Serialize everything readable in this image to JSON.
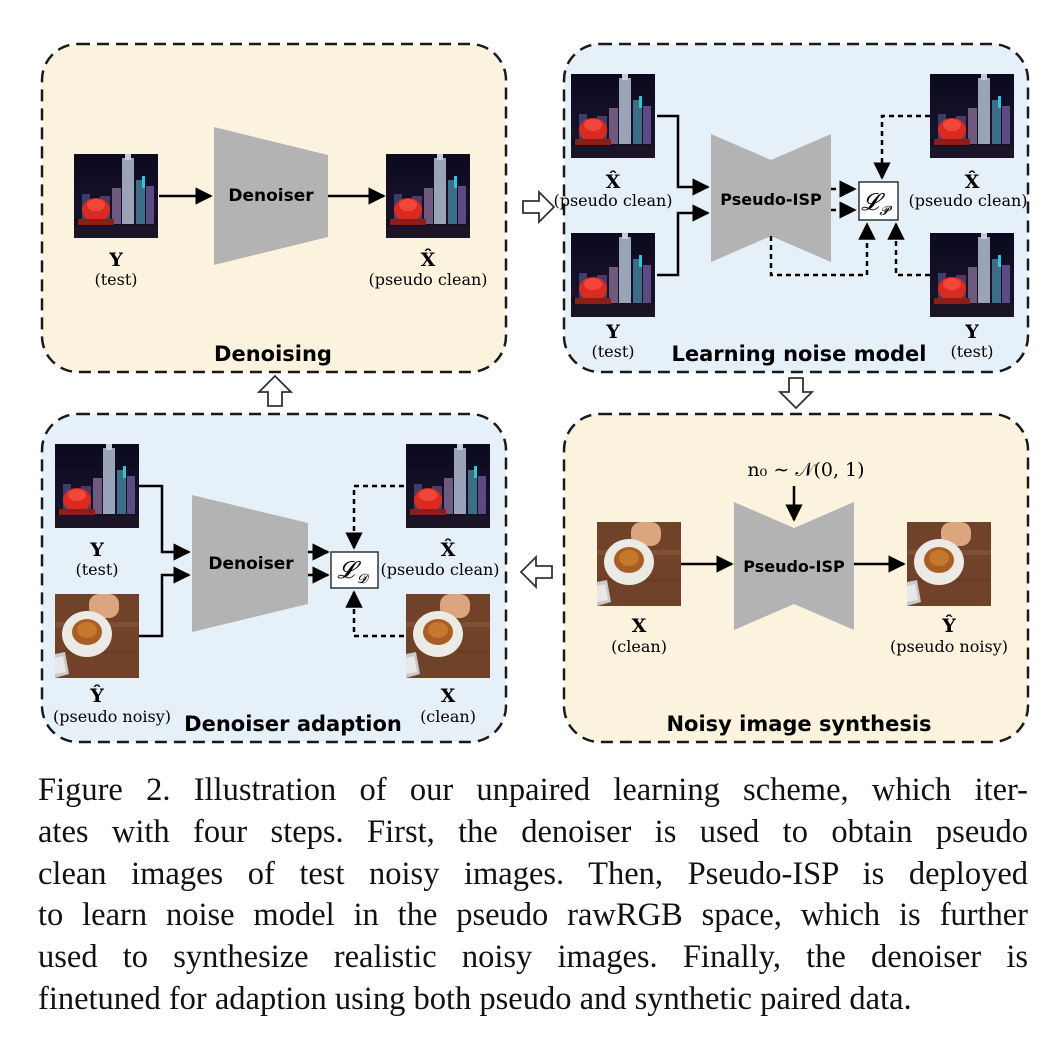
{
  "panels": {
    "denoising": {
      "title": "Denoising",
      "network": "Denoiser"
    },
    "learning": {
      "title": "Learning noise model",
      "network": "Pseudo-ISP",
      "loss": "𝓛",
      "loss_sub": "𝓟"
    },
    "synthesis": {
      "title": "Noisy image synthesis",
      "network": "Pseudo-ISP",
      "noise_label": "n₀ ∼ 𝒩(0, 1)"
    },
    "adaption": {
      "title": "Denoiser adaption",
      "network": "Denoiser",
      "loss": "𝓛",
      "loss_sub": "𝓓"
    }
  },
  "symbols": {
    "Y": "Y",
    "X": "X",
    "Xhat": "X̂",
    "Yhat": "Ŷ"
  },
  "labels": {
    "test": "(test)",
    "pseudo_clean": "(pseudo clean)",
    "pseudo_noisy": "(pseudo noisy)",
    "clean": "(clean)"
  },
  "colors": {
    "yellow_panel": "#fcf3df",
    "blue_panel": "#e6f0f8",
    "network_gray": "#b3b3b3",
    "dash_border": "#1a1a1a"
  },
  "caption": {
    "lines": [
      "Figure 2. Illustration of our unpaired learning scheme, which iter-",
      "ates with four steps.  First, the denoiser is used to obtain pseudo",
      "clean images of test noisy images. Then, Pseudo-ISP is deployed",
      "to learn noise model in the pseudo rawRGB space, which is further",
      "used to synthesize realistic noisy images. Finally, the denoiser is",
      "finetuned for adaption using both pseudo and synthetic paired data."
    ]
  }
}
